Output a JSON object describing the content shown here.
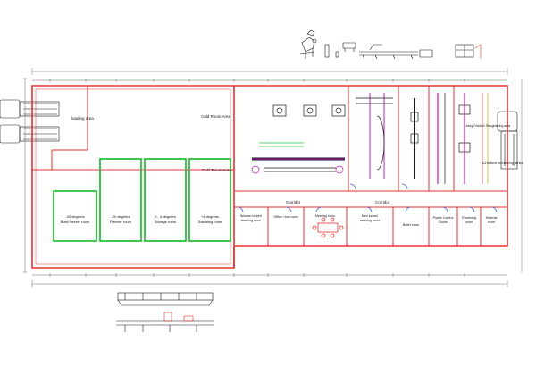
{
  "colors": {
    "wall_red": "#e8322f",
    "cold_green": "#2dbf3b",
    "equipment_magenta": "#b81fb8",
    "pipe_yellow": "#c8b400",
    "door_blue": "#3c5bd6",
    "line_dark": "#1a1a1a"
  },
  "labels": {
    "loading_area": "loading area",
    "cold_room_area_top": "Cold Room Area",
    "cold_room_area_mid": "Cold Room Area",
    "corridor_left": "Corridor",
    "corridor_right": "Corridor",
    "chicken_receiving_area": "Chicken receiving area",
    "living_chicken_area": "Living Chicken Slaughtering area"
  },
  "cold_rooms": [
    {
      "line1": "-40 degrees",
      "line2": "Blast freezer room"
    },
    {
      "line1": "-20 degrees",
      "line2": "Freezer room"
    },
    {
      "line1": "0 - 4 degrees",
      "line2": "Storage room"
    },
    {
      "line1": "+4 degrees",
      "line2": "Sweating room"
    }
  ],
  "bottom_rooms": [
    {
      "line1": "Women locker/",
      "line2": "washing room"
    },
    {
      "line1": "Office / tool room",
      "line2": ""
    },
    {
      "line1": "Meeting room",
      "line2": ""
    },
    {
      "line1": "Men locker/",
      "line2": "washing room"
    },
    {
      "line1": "Boiler room",
      "line2": ""
    },
    {
      "line1": "Power Control",
      "line2": "Room"
    },
    {
      "line1": "Receiving",
      "line2": "room"
    },
    {
      "line1": "Material",
      "line2": "room"
    }
  ]
}
